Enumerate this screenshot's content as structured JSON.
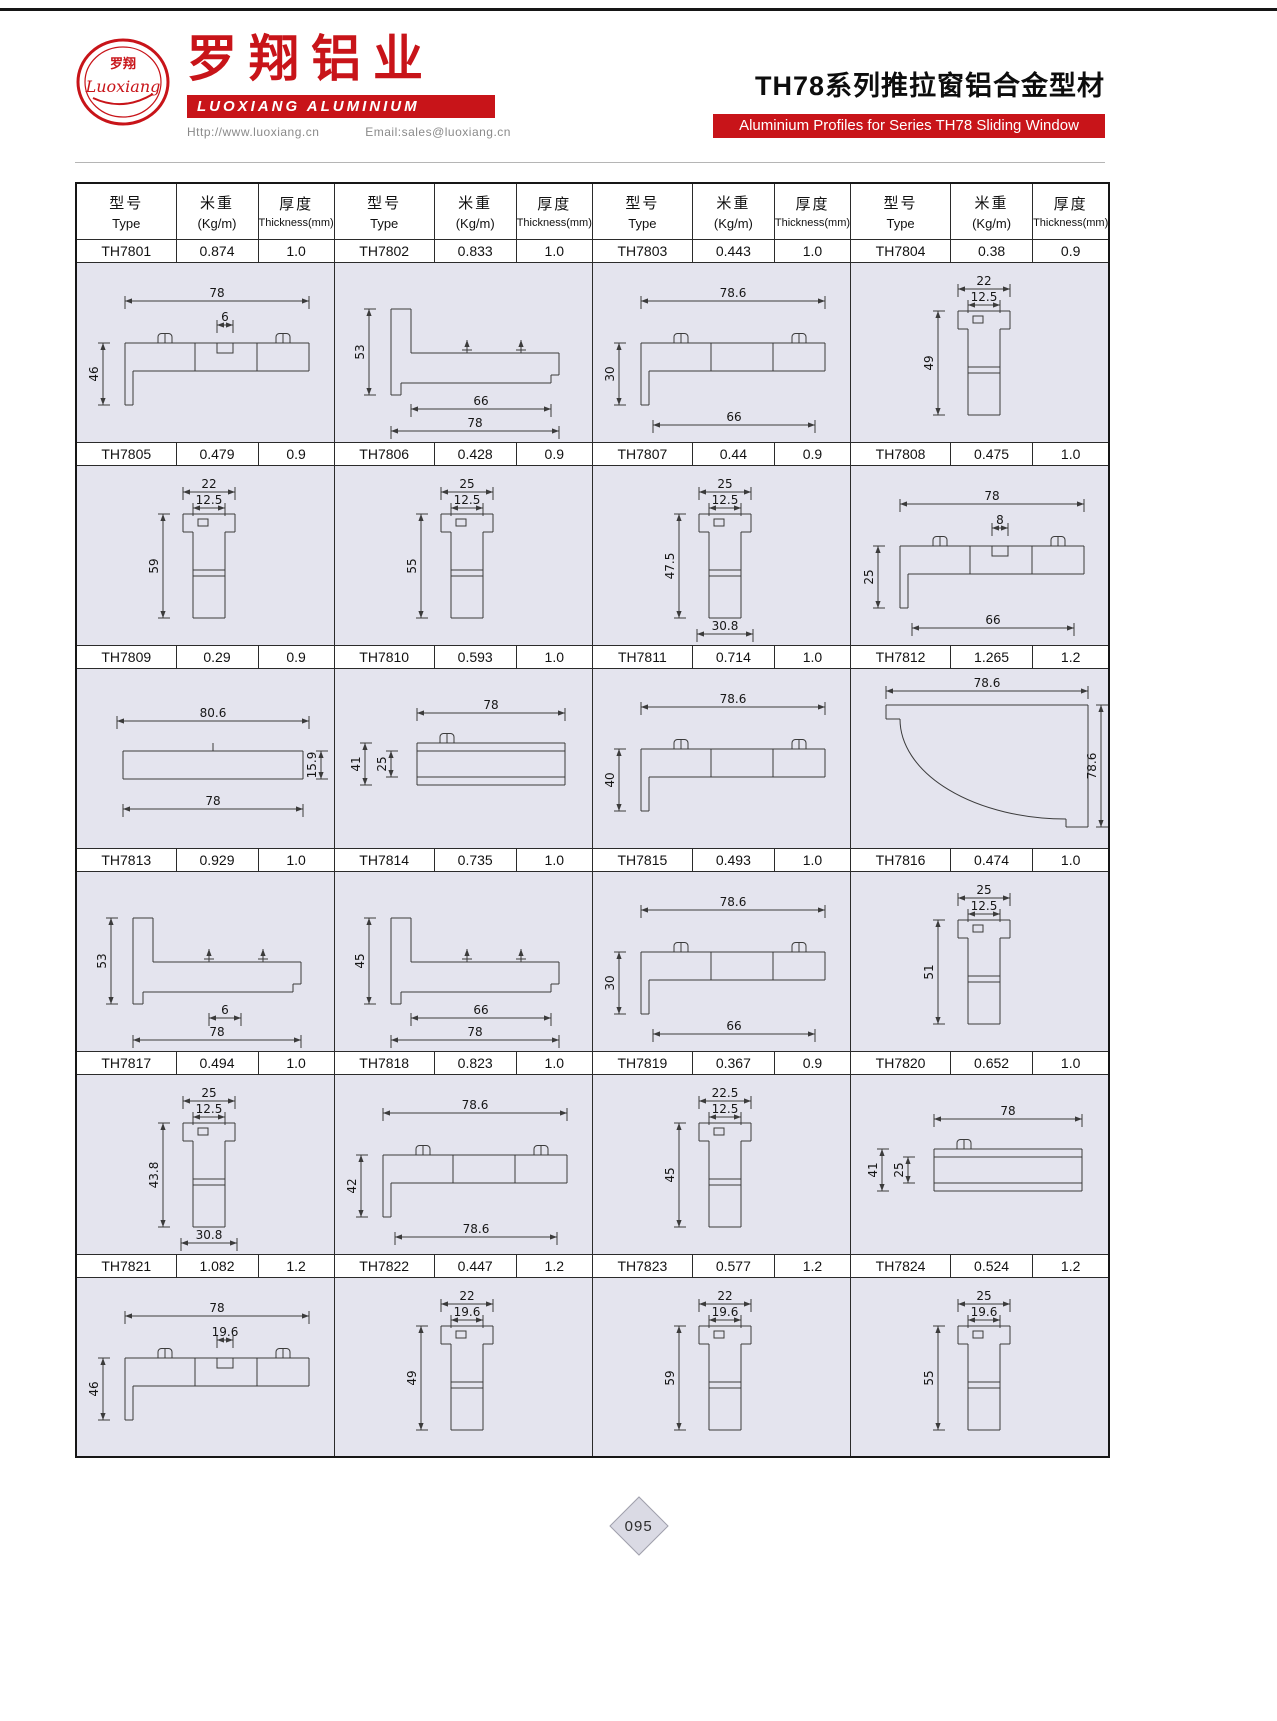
{
  "colors": {
    "accent_red": "#c81419",
    "drawing_bg": "#e4e4ee"
  },
  "header": {
    "logo_cn": "罗翔",
    "logo_en": "Luoxiang",
    "company_cn": "罗翔铝业",
    "company_en": "LUOXIANG ALUMINIUM",
    "website": "Http://www.luoxiang.cn",
    "email": "Email:sales@luoxiang.cn",
    "series_title_cn": "TH78系列推拉窗铝合金型材",
    "series_title_en": "Aluminium Profiles for Series TH78 Sliding Window"
  },
  "table": {
    "headers": {
      "type_cn": "型号",
      "type_en": "Type",
      "weight_cn": "米重",
      "weight_en": "(Kg/m)",
      "thick_cn": "厚度",
      "thick_en": "Thickness(mm)"
    },
    "rows": [
      [
        {
          "type": "TH7801",
          "weight": "0.874",
          "thickness": "1.0",
          "sketch": "hframe",
          "dims": {
            "top": "78",
            "inner": "6",
            "left": "46"
          }
        },
        {
          "type": "TH7802",
          "weight": "0.833",
          "thickness": "1.0",
          "sketch": "slope",
          "dims": {
            "left": "53",
            "bottom1": "66",
            "bottom2": "78"
          }
        },
        {
          "type": "TH7803",
          "weight": "0.443",
          "thickness": "1.0",
          "sketch": "hframe",
          "dims": {
            "top": "78.6",
            "left": "30",
            "bottom": "66"
          }
        },
        {
          "type": "TH7804",
          "weight": "0.38",
          "thickness": "0.9",
          "sketch": "vmullion",
          "dims": {
            "top": "22",
            "inner": "12.5",
            "left": "49"
          }
        }
      ],
      [
        {
          "type": "TH7805",
          "weight": "0.479",
          "thickness": "0.9",
          "sketch": "vmullion",
          "dims": {
            "top": "22",
            "inner": "12.5",
            "left": "59"
          }
        },
        {
          "type": "TH7806",
          "weight": "0.428",
          "thickness": "0.9",
          "sketch": "vmullion",
          "dims": {
            "top": "25",
            "inner": "12.5",
            "left": "55"
          }
        },
        {
          "type": "TH7807",
          "weight": "0.44",
          "thickness": "0.9",
          "sketch": "vmullion",
          "dims": {
            "top": "25",
            "inner": "12.5",
            "left": "47.5",
            "bottom": "30.8"
          }
        },
        {
          "type": "TH7808",
          "weight": "0.475",
          "thickness": "1.0",
          "sketch": "hframe",
          "dims": {
            "top": "78",
            "inner": "8",
            "left": "25",
            "bottom": "66"
          }
        }
      ],
      [
        {
          "type": "TH7809",
          "weight": "0.29",
          "thickness": "0.9",
          "sketch": "flat",
          "dims": {
            "top": "80.6",
            "right": "15.9",
            "bottom": "78"
          }
        },
        {
          "type": "TH7810",
          "weight": "0.593",
          "thickness": "1.0",
          "sketch": "flat",
          "dims": {
            "top": "78",
            "left": "41",
            "inner": "25"
          }
        },
        {
          "type": "TH7811",
          "weight": "0.714",
          "thickness": "1.0",
          "sketch": "hframe",
          "dims": {
            "top": "78.6",
            "left": "40"
          }
        },
        {
          "type": "TH7812",
          "weight": "1.265",
          "thickness": "1.2",
          "sketch": "corner",
          "dims": {
            "top": "78.6",
            "right": "78.6"
          }
        }
      ],
      [
        {
          "type": "TH7813",
          "weight": "0.929",
          "thickness": "1.0",
          "sketch": "slope",
          "dims": {
            "left": "53",
            "bottom1": "6",
            "bottom2": "78"
          }
        },
        {
          "type": "TH7814",
          "weight": "0.735",
          "thickness": "1.0",
          "sketch": "slope",
          "dims": {
            "left": "45",
            "bottom1": "66",
            "bottom2": "78"
          }
        },
        {
          "type": "TH7815",
          "weight": "0.493",
          "thickness": "1.0",
          "sketch": "hframe",
          "dims": {
            "top": "78.6",
            "left": "30",
            "bottom": "66"
          }
        },
        {
          "type": "TH7816",
          "weight": "0.474",
          "thickness": "1.0",
          "sketch": "vmullion",
          "dims": {
            "top": "25",
            "inner": "12.5",
            "left": "51"
          }
        }
      ],
      [
        {
          "type": "TH7817",
          "weight": "0.494",
          "thickness": "1.0",
          "sketch": "vmullion",
          "dims": {
            "top": "25",
            "inner": "12.5",
            "left": "43.8",
            "bottom": "30.8"
          }
        },
        {
          "type": "TH7818",
          "weight": "0.823",
          "thickness": "1.0",
          "sketch": "hframe",
          "dims": {
            "top": "78.6",
            "left": "42",
            "bottom": "78.6"
          }
        },
        {
          "type": "TH7819",
          "weight": "0.367",
          "thickness": "0.9",
          "sketch": "vmullion",
          "dims": {
            "top": "22.5",
            "inner": "12.5",
            "left": "45"
          }
        },
        {
          "type": "TH7820",
          "weight": "0.652",
          "thickness": "1.0",
          "sketch": "flat",
          "dims": {
            "top": "78",
            "left": "41",
            "inner": "25"
          }
        }
      ],
      [
        {
          "type": "TH7821",
          "weight": "1.082",
          "thickness": "1.2",
          "sketch": "hframe",
          "dims": {
            "top": "78",
            "inner": "19.6",
            "left": "46"
          }
        },
        {
          "type": "TH7822",
          "weight": "0.447",
          "thickness": "1.2",
          "sketch": "vmullion",
          "dims": {
            "top": "22",
            "inner": "19.6",
            "left": "49"
          }
        },
        {
          "type": "TH7823",
          "weight": "0.577",
          "thickness": "1.2",
          "sketch": "vmullion",
          "dims": {
            "top": "22",
            "inner": "19.6",
            "left": "59"
          }
        },
        {
          "type": "TH7824",
          "weight": "0.524",
          "thickness": "1.2",
          "sketch": "vmullion",
          "dims": {
            "top": "25",
            "inner": "19.6",
            "left": "55"
          }
        }
      ]
    ]
  },
  "footer": {
    "page": "095"
  }
}
